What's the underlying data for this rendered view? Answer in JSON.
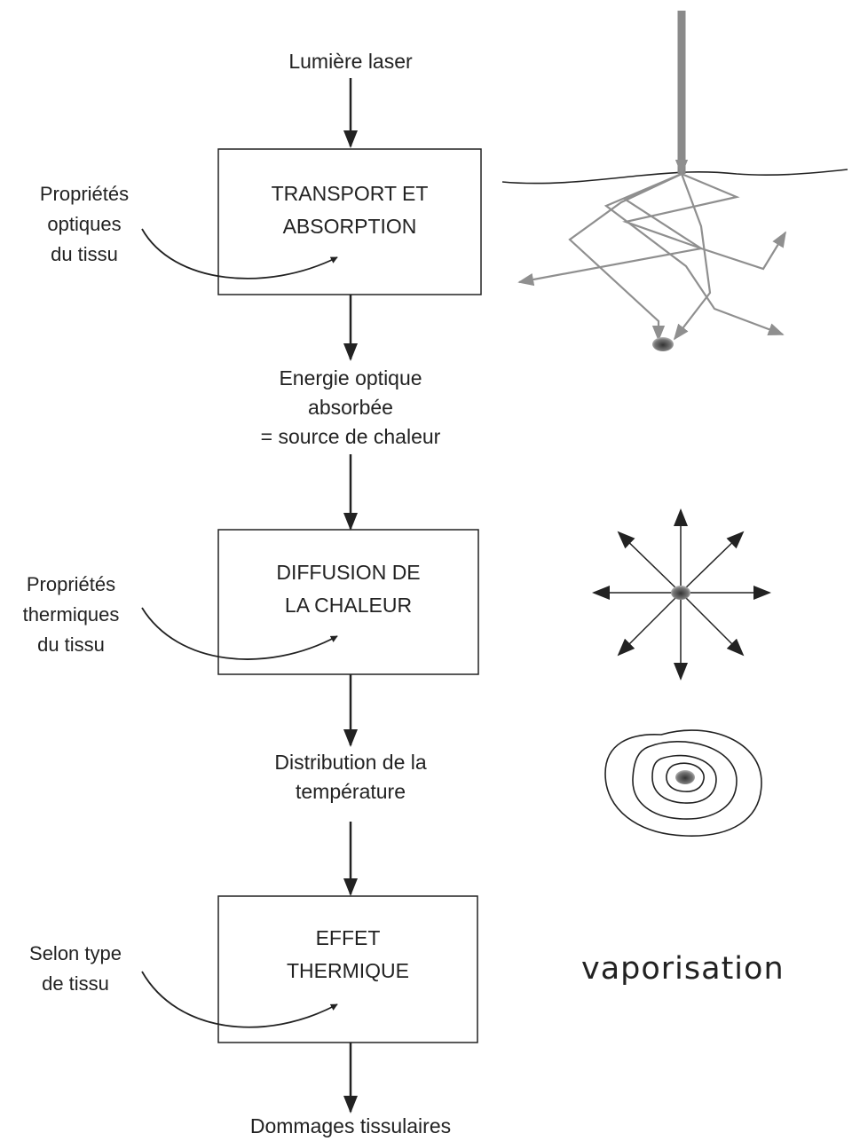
{
  "flow": {
    "input": "Lumière laser",
    "step1": {
      "line1": "TRANSPORT ET",
      "line2": "ABSORPTION"
    },
    "output1": {
      "line1": "Energie optique",
      "line2": "absorbée",
      "line3": "= source de chaleur"
    },
    "step2": {
      "line1": "DIFFUSION DE",
      "line2": "LA CHALEUR"
    },
    "output2": {
      "line1": "Distribution de la",
      "line2": "température"
    },
    "step3": {
      "line1": "EFFET",
      "line2": "THERMIQUE"
    },
    "output3": "Dommages tissulaires"
  },
  "side_inputs": {
    "optical": {
      "line1": "Propriétés",
      "line2": "optiques",
      "line3": "du tissu"
    },
    "thermal": {
      "line1": "Propriétés",
      "line2": "thermiques",
      "line3": "du tissu"
    },
    "tissue": {
      "line1": "Selon type",
      "line2": "de tissu"
    }
  },
  "illustrations": {
    "step1": "photon-scattering-illustration",
    "step2": "heat-radiation-illustration",
    "step2_result": "isotherm-contours-illustration",
    "step3_label": "vaporisation"
  },
  "colors": {
    "line": "#222222",
    "beam": "#8a8a8a",
    "scatter": "#8f8f8f"
  }
}
